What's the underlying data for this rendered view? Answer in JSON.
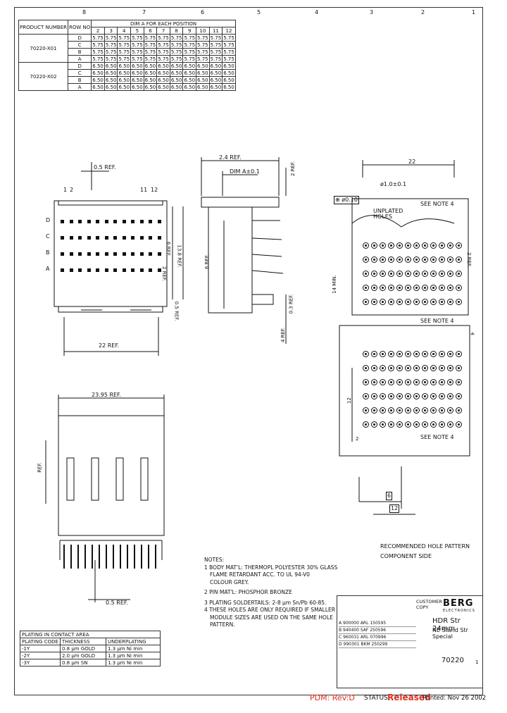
{
  "zones": {
    "top": [
      "8",
      "7",
      "6",
      "5",
      "4",
      "3",
      "2",
      "1"
    ]
  },
  "dim_table": {
    "header_product": "PRODUCT NUMBER",
    "header_row": "ROW NO",
    "header_dim": "DIM A FOR EACH POSITION",
    "positions": [
      "2",
      "3",
      "4",
      "5",
      "6",
      "7",
      "8",
      "9",
      "10",
      "11",
      "12"
    ],
    "groups": [
      {
        "product": "70220-X01",
        "rows": [
          {
            "row": "D",
            "vals": [
              "5.75",
              "5.75",
              "5.75",
              "5.75",
              "5.75",
              "5.75",
              "5.75",
              "5.75",
              "5.75",
              "5.75",
              "5.75"
            ]
          },
          {
            "row": "C",
            "vals": [
              "5.75",
              "5.75",
              "5.75",
              "5.75",
              "5.75",
              "5.75",
              "5.75",
              "5.75",
              "5.75",
              "5.75",
              "5.75"
            ]
          },
          {
            "row": "B",
            "vals": [
              "5.75",
              "5.75",
              "5.75",
              "5.75",
              "5.75",
              "5.75",
              "5.75",
              "5.75",
              "5.75",
              "5.75",
              "5.75"
            ]
          },
          {
            "row": "A",
            "vals": [
              "5.75",
              "5.75",
              "5.75",
              "5.75",
              "5.75",
              "5.75",
              "5.75",
              "5.75",
              "5.75",
              "5.75",
              "5.75"
            ]
          }
        ]
      },
      {
        "product": "70220-X02",
        "rows": [
          {
            "row": "D",
            "vals": [
              "6.50",
              "6.50",
              "6.50",
              "6.50",
              "6.50",
              "6.50",
              "6.50",
              "6.50",
              "6.50",
              "6.50",
              "6.50"
            ]
          },
          {
            "row": "C",
            "vals": [
              "6.50",
              "6.50",
              "6.50",
              "6.50",
              "6.50",
              "6.50",
              "6.50",
              "6.50",
              "6.50",
              "6.50",
              "6.50"
            ]
          },
          {
            "row": "B",
            "vals": [
              "6.50",
              "6.50",
              "6.50",
              "6.50",
              "6.50",
              "6.50",
              "6.50",
              "6.50",
              "6.50",
              "6.50",
              "6.50"
            ]
          },
          {
            "row": "A",
            "vals": [
              "6.50",
              "6.50",
              "6.50",
              "6.50",
              "6.50",
              "6.50",
              "6.50",
              "6.50",
              "6.50",
              "6.50",
              "6.50"
            ]
          }
        ]
      }
    ]
  },
  "front_view": {
    "dim_05ref": "0.5 REF.",
    "pos_labels": [
      "1",
      "2",
      "11",
      "12"
    ],
    "row_labels": [
      "D",
      "C",
      "B",
      "A"
    ],
    "dim_2ref": "2 REF.",
    "dim_6ref": "6 REF.",
    "dim_138ref": "13.8 REF.",
    "dim_05ref_side": "0.5 REF.",
    "dim_22ref": "22 REF."
  },
  "side_view": {
    "dim_24ref": "2.4 REF.",
    "dim_a": "DIM A±0.1",
    "dim_2ref": "2 REF.",
    "dim_4ref": "4 REF.",
    "dim_6ref": "6 REF.",
    "dim_03": "0.3 REF."
  },
  "bottom_view": {
    "dim_2395ref": "23.95 REF.",
    "dim_05ref": "0.5 REF.",
    "dim_ref": "REF."
  },
  "hole_pattern": {
    "dim_22": "22",
    "dim_hole": "ø1.0±0.1",
    "dim_tol": "⊕ ø0.10",
    "note_unplated": "UNPLATED HOLES",
    "see_note": "SEE NOTE 4",
    "dim_14min": "14 MIN.",
    "dim_6": "6",
    "dim_12": "12",
    "dim_2": "2",
    "dim_right1": "2 REF.",
    "dim_right2": "4",
    "caption1": "RECOMMENDED HOLE PATTERN",
    "caption2": "COMPONENT SIDE"
  },
  "notes": {
    "title": "NOTES:",
    "items": [
      "1 BODY MAT'L: THERMOPL POLYESTER 30% GLASS",
      "FLAME RETARDANT ACC. TO UL 94-V0",
      "COLOUR GREY.",
      "2 PIN MAT'L: PHOSPHOR BRONZE",
      "3 PLATING SOLDERTAILS: 2-8 μm Sn/Pb 60-85.",
      "4 THESE HOLES ARE ONLY REQUIRED IF SMALLER",
      "MODULE SIZES ARE USED ON THE SAME HOLE",
      "PATTERN."
    ]
  },
  "plating_table": {
    "title": "PLATING IN CONTACT AREA",
    "headers": [
      "PLATING CODE",
      "THICKNESS",
      "UNDERPLATING"
    ],
    "rows": [
      [
        "-1Y",
        "0.8 μm GOLD",
        "1.3 μm Ni min"
      ],
      [
        "-2Y",
        "2.0 μm GOLD",
        "1.3 μm Ni min"
      ],
      [
        "-3Y",
        "0.8 μm SN",
        "1.3 μm Ni min"
      ]
    ]
  },
  "title_block": {
    "brand": "BERG",
    "brand_sub": "ELECTRONICS",
    "customer": "CUSTOMER COPY",
    "title_line1": "HDR Str 24mm",
    "title_line2": "NE Stand Str Special",
    "drawing_no": "70220",
    "sheet": "1",
    "rev_rows": [
      "A  900000  ARL  150595",
      "B  940400  SAF  250596",
      "C  960031  ARL  070996",
      "D  990301  BKM  250299"
    ]
  },
  "footer": {
    "pdm": "PDM: Rev:D",
    "status_label": "STATUS",
    "status_value": "Released",
    "printed": "Printed: Nov 26 2002"
  }
}
